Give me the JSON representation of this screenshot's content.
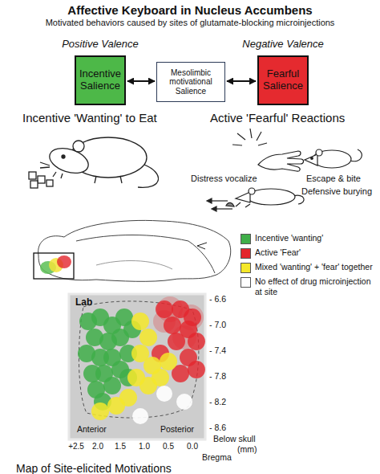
{
  "diagram": {
    "title": "Affective Keyboard in Nucleus Accumbens",
    "caption": "Map of Site-elicited Motivations",
    "nodes": [
      {
        "text": [
          "Incentive Salience"
        ]
      },
      {
        "text": [
          "Mesolimbic motivational Salience"
        ]
      },
      {
        "text": [
          "Fearful Salience"
        ]
      }
    ],
    "edges": [
      {
        "from": 0,
        "to": 1,
        "arrow": "both"
      },
      {
        "from": 1,
        "to": 2,
        "arrow": "both"
      }
    ],
    "labels": [
      "Motivated behaviors caused by sites of glutamate-blocking microinjections",
      "Positive Valence",
      "Negative Valence",
      "Incentive 'Wanting' to Eat",
      "Active 'Fearful' Reactions",
      "Distress vocalize",
      "Escape & bite",
      "Defensive burying",
      "Lab",
      "- 6.6",
      "- 7.0",
      "- 7.4",
      "- 7.8",
      "- 8.2",
      "- 8.6",
      "Anterior",
      "Posterior",
      "+2.5",
      "2.0",
      "1.5",
      "1.0",
      "0.5",
      "0.0",
      "Below skull",
      "(mm)",
      "Bregma"
    ],
    "legend": [
      {
        "text": "Incentive 'wanting'",
        "color": "#3fae49"
      },
      {
        "text": "Active 'Fear'",
        "color": "#e3262d"
      },
      {
        "text": "Mixed 'wanting' + 'fear' together",
        "color": "#f5e82a"
      },
      {
        "text": "No effect of drug microinjection at site",
        "color": "#ffffff"
      }
    ]
  }
}
